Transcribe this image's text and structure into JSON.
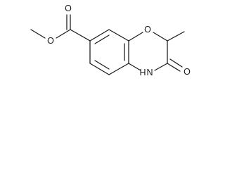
{
  "structure": {
    "atoms": {
      "ring_oxygen": "O",
      "ester_carbonyl_oxygen": "O",
      "ester_ether_oxygen": "O",
      "amide_carbonyl_oxygen": "O",
      "amide_nitrogen": "H",
      "amide_nitrogen_n": "N"
    }
  }
}
